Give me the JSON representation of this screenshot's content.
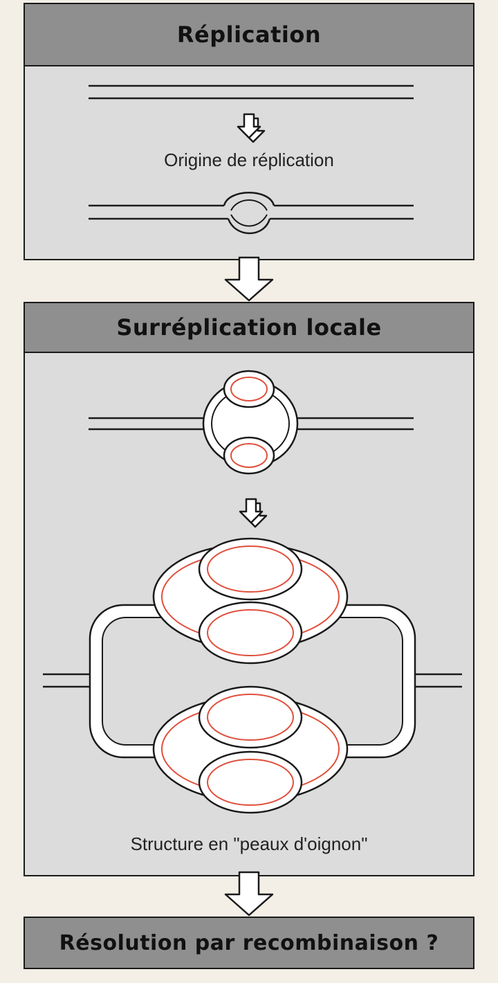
{
  "sections": {
    "replication": {
      "title": "Réplication",
      "caption": "Origine de réplication"
    },
    "local_overreplication": {
      "title": "Surréplication locale",
      "caption": "Structure en \"peaux d'oignon\""
    },
    "resolution": {
      "title": "Résolution par recombinaison ?"
    }
  },
  "colors": {
    "header_bg": "#8f8f8f",
    "panel_bg": "#dcdcdc",
    "page_bg": "#f3eee6",
    "parental_strand": "#1a1a1a",
    "new_strand": "#e0503c"
  }
}
